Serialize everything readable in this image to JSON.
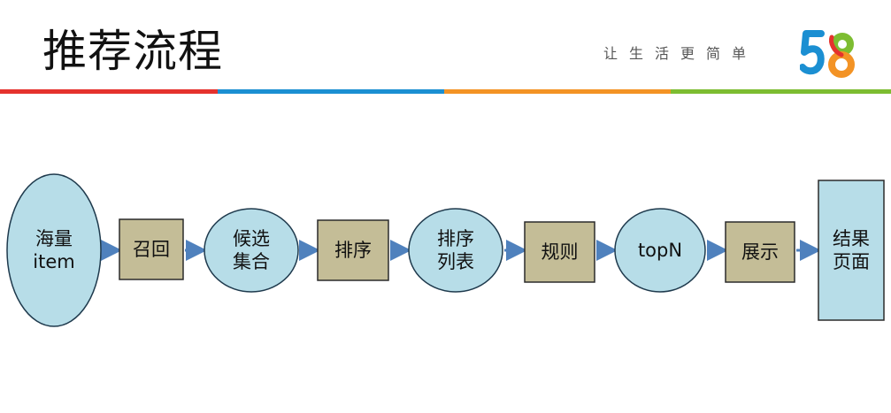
{
  "header": {
    "title": "推荐流程",
    "slogan": "让生活更简单",
    "logo_text": "58",
    "stripe_colors": [
      "#e5322d",
      "#1b8fd2",
      "#f39325",
      "#7dbd31"
    ]
  },
  "flow": {
    "node_colors": {
      "ellipse": "#b7dde8",
      "box": "#c4bd97",
      "page": "#b7dde8",
      "arrow": "#4f81bd"
    },
    "nodes": [
      {
        "id": "mass-items",
        "shape": "ellipse",
        "lines": [
          "海量",
          "item"
        ]
      },
      {
        "id": "recall",
        "shape": "box",
        "lines": [
          "召回"
        ]
      },
      {
        "id": "candidate-set",
        "shape": "ellipse",
        "lines": [
          "候选",
          "集合"
        ]
      },
      {
        "id": "ranking",
        "shape": "box",
        "lines": [
          "排序"
        ]
      },
      {
        "id": "ranked-list",
        "shape": "ellipse",
        "lines": [
          "排序",
          "列表"
        ]
      },
      {
        "id": "rules",
        "shape": "box",
        "lines": [
          "规则"
        ]
      },
      {
        "id": "top-n",
        "shape": "ellipse",
        "lines": [
          "topN"
        ]
      },
      {
        "id": "display",
        "shape": "box",
        "lines": [
          "展示"
        ]
      },
      {
        "id": "result-page",
        "shape": "page",
        "lines": [
          "结果",
          "页面"
        ]
      }
    ]
  }
}
